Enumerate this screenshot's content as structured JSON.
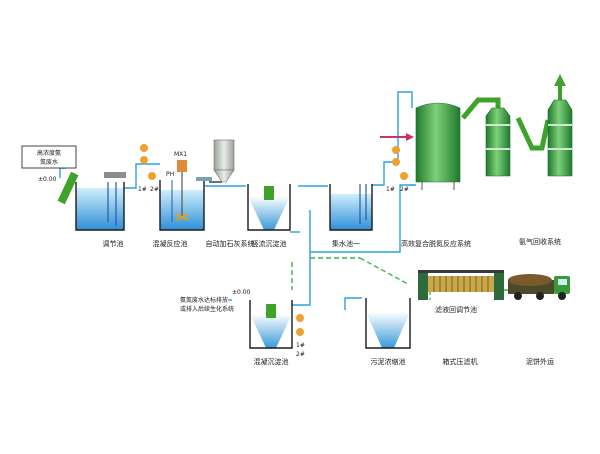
{
  "colors": {
    "background": "#ffffff",
    "pipe": "#2aa3e0",
    "recycle_pipe": "#39b34a",
    "gas_pipe": "#3fa32b",
    "water": "#5ab8e8",
    "tower": "#2e9e3c",
    "tank_wall": "#1a1a1a"
  },
  "input_box": {
    "line1": "高浓度氨",
    "line2": "氮废水"
  },
  "labels": {
    "tank1": "调节池",
    "tank2": "混凝反应池",
    "dosing": "自动加石灰系统",
    "tank3": "竖流沉淀池",
    "tank4": "集水池一",
    "reactor": "高效复合脱氮反应系统",
    "gas_recovery": "氨气回收系统",
    "tank5": "混凝沉淀池",
    "sludge_tank": "污泥浓缩池",
    "filter_tank": "滤液回调节池",
    "filter_press": "箱式压滤机",
    "truck": "泥饼外运",
    "discharge_line1": "氨氮废水达标排放",
    "discharge_line2": "或排入后续生化系统",
    "mx1": "MX1",
    "ph": "PH",
    "level1": "±0.00",
    "level2": "±0.00",
    "pump_1a": "1#",
    "pump_2a": "2#",
    "pump_1b": "1#",
    "pump_2b": "2#",
    "pump_1c": "1#",
    "pump_2c": "2#"
  },
  "icons": [
    "pump-icon",
    "valve-icon",
    "mixer-icon",
    "lime-silo-icon",
    "filter-press-icon",
    "truck-icon",
    "arrow-icon"
  ]
}
